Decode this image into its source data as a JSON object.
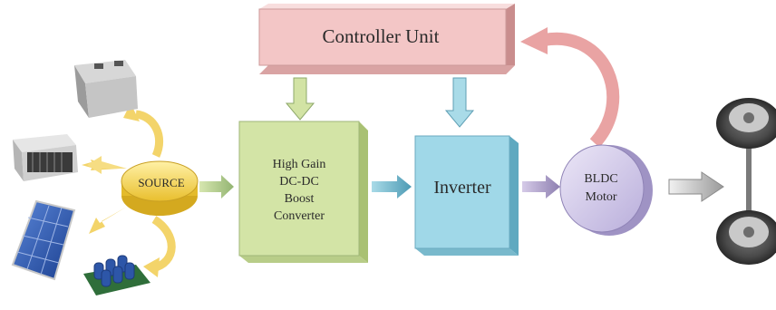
{
  "blocks": {
    "controller": {
      "label": "Controller Unit"
    },
    "source": {
      "label": "SOURCE"
    },
    "boost_converter": {
      "lines": [
        "High Gain",
        "DC-DC",
        "Boost",
        "Converter"
      ]
    },
    "inverter": {
      "label": "Inverter"
    },
    "motor": {
      "lines": [
        "BLDC",
        "Motor"
      ]
    }
  },
  "source_devices": [
    {
      "name": "battery-icon"
    },
    {
      "name": "fuel-cell-icon"
    },
    {
      "name": "solar-panel-icon"
    },
    {
      "name": "supercapacitor-bank-icon"
    },
    {
      "name": "vehicle-wheels-axle-icon"
    }
  ],
  "colors": {
    "controller_fill": "#f2c4c4",
    "boost_fill": "#d2e3a4",
    "inverter_fill": "#9fd8e8",
    "motor_fill": "#d9d2ec",
    "source_fill": "#f2d46a",
    "feedback_arrow": "#e8a0a0",
    "connector_arrow": "#a9c4a0"
  }
}
